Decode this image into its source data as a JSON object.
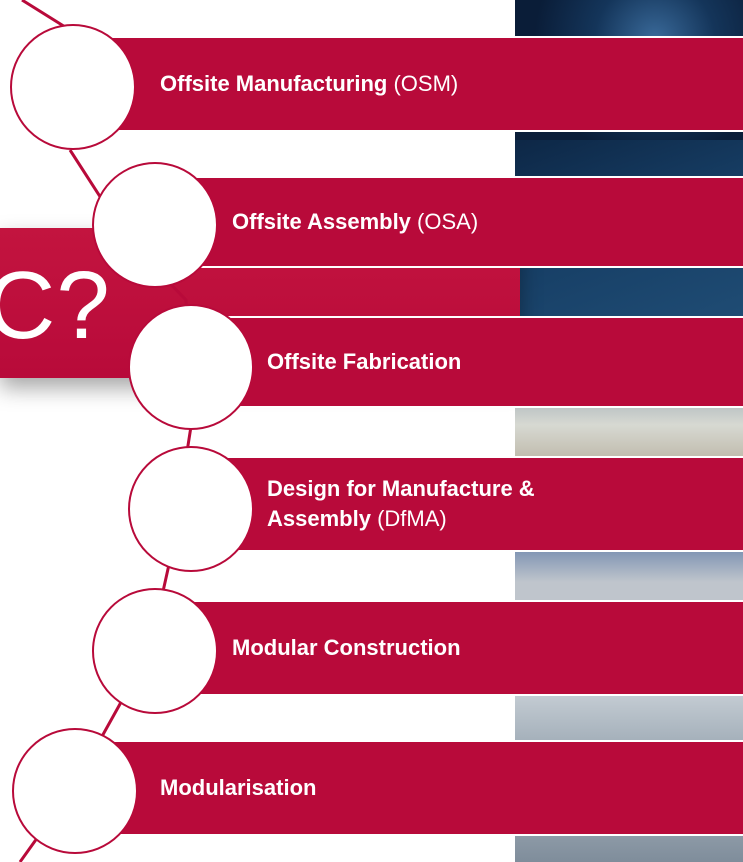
{
  "title": {
    "text": "C?"
  },
  "items": [
    {
      "name": "Offsite Manufacturing",
      "abbr": "(OSM)"
    },
    {
      "name": "Offsite Assembly",
      "abbr": "(OSA)"
    },
    {
      "name": "Offsite Fabrication",
      "abbr": ""
    },
    {
      "name": "Design for Manufacture &",
      "name2": "Assembly",
      "abbr": " (DfMA)"
    },
    {
      "name": "Modular Construction",
      "abbr": ""
    },
    {
      "name": "Modularisation",
      "abbr": ""
    }
  ],
  "colors": {
    "accent": "#b80a3a",
    "circle_fill": "#ffffff",
    "divider": "#ffffff"
  }
}
